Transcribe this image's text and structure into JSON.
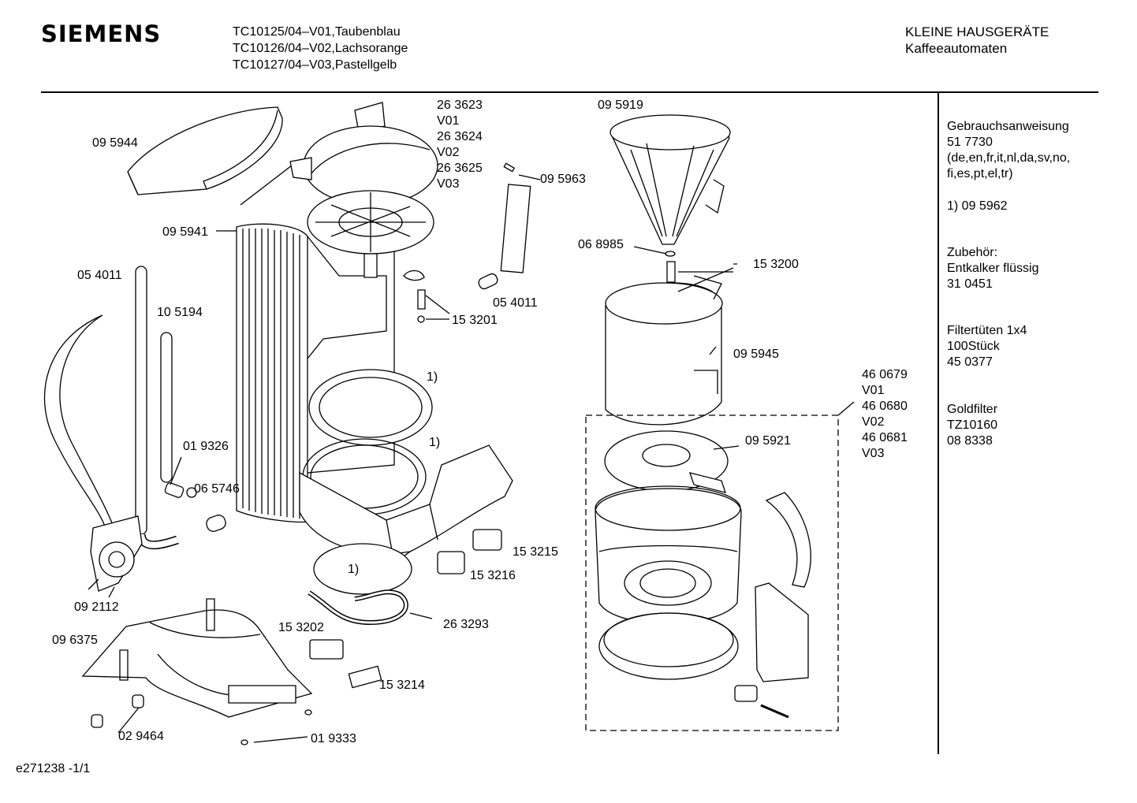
{
  "header": {
    "brand": "SIEMENS",
    "models": [
      "TC10125/04–V01,Taubenblau",
      "TC10126/04–V02,Lachsorange",
      "TC10127/04–V03,Pastellgelb"
    ],
    "category": [
      "KLEINE HAUSGERÄTE",
      "Kaffeeautomaten"
    ]
  },
  "sidebar": [
    {
      "lines": [
        "Gebrauchsanweisung",
        "51 7730",
        "(de,en,fr,it,nl,da,sv,no,",
        "fi,es,pt,el,tr)"
      ]
    },
    {
      "lines": [
        "1)  09 5962"
      ]
    },
    {
      "lines": [
        "Zubehör:",
        "Entkalker flüssig",
        "31 0451"
      ]
    },
    {
      "lines": [
        "Filtertüten 1x4",
        "100Stück",
        "45 0377"
      ]
    },
    {
      "lines": [
        "Goldfilter",
        "TZ10160",
        "08 8338"
      ]
    }
  ],
  "parts": [
    {
      "lines": [
        "26 3623",
        "V01",
        "26 3624",
        "V02",
        "26 3625",
        "V03"
      ]
    },
    {
      "lines": [
        "09 5919"
      ]
    },
    {
      "lines": [
        "09 5944"
      ]
    },
    {
      "lines": [
        "09 5963"
      ]
    },
    {
      "lines": [
        "09 5941"
      ]
    },
    {
      "lines": [
        "06 8985"
      ]
    },
    {
      "lines": [
        "15 3200"
      ]
    },
    {
      "lines": [
        "05 4011"
      ]
    },
    {
      "lines": [
        "05 4011"
      ]
    },
    {
      "lines": [
        "15 3201"
      ]
    },
    {
      "lines": [
        "10 5194"
      ]
    },
    {
      "lines": [
        "09 5945"
      ]
    },
    {
      "lines": [
        "1)"
      ]
    },
    {
      "lines": [
        "46 0679",
        "V01",
        "46 0680",
        "V02",
        "46 0681",
        "V03"
      ]
    },
    {
      "lines": [
        "1)"
      ]
    },
    {
      "lines": [
        "01 9326"
      ]
    },
    {
      "lines": [
        "09 5921"
      ]
    },
    {
      "lines": [
        "06 5746"
      ]
    },
    {
      "lines": [
        "15 3215"
      ]
    },
    {
      "lines": [
        "1)"
      ]
    },
    {
      "lines": [
        "15 3216"
      ]
    },
    {
      "lines": [
        "09 2112"
      ]
    },
    {
      "lines": [
        "26 3293"
      ]
    },
    {
      "lines": [
        "15 3202"
      ]
    },
    {
      "lines": [
        "09 6375"
      ]
    },
    {
      "lines": [
        "15 3214"
      ]
    },
    {
      "lines": [
        "02 9464"
      ]
    },
    {
      "lines": [
        "01 9333"
      ]
    }
  ],
  "footer": "e271238 -1/1"
}
